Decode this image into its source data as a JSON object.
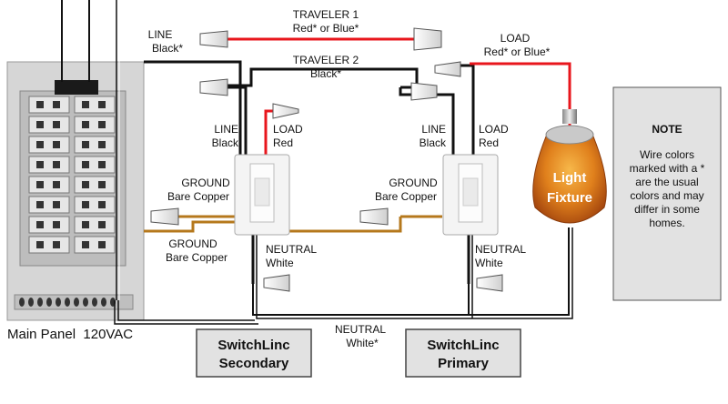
{
  "labels": {
    "traveler1_title": "TRAVELER 1",
    "traveler1_color": "Red* or Blue*",
    "traveler2_title": "TRAVELER 2",
    "traveler2_color": "Black*",
    "line_left_title": "LINE",
    "line_left_color": "Black*",
    "load_right_title": "LOAD",
    "load_right_color": "Red* or Blue*",
    "sec_line_title": "LINE",
    "sec_line_color": "Black",
    "sec_load_title": "LOAD",
    "sec_load_color": "Red",
    "pri_line_title": "LINE",
    "pri_line_color": "Black",
    "pri_load_title": "LOAD",
    "pri_load_color": "Red",
    "ground_a_title": "GROUND",
    "ground_a_sub": "Bare Copper",
    "ground_b_title": "GROUND",
    "ground_b_sub": "Bare Copper",
    "ground_c_title": "GROUND",
    "ground_c_sub": "Bare Copper",
    "neutral_sec_title": "NEUTRAL",
    "neutral_sec_color": "White",
    "neutral_pri_title": "NEUTRAL",
    "neutral_pri_color": "White",
    "neutral_bottom_title": "NEUTRAL",
    "neutral_bottom_color": "White*",
    "main_panel": "Main Panel  120VAC",
    "light_line1": "Light",
    "light_line2": "Fixture"
  },
  "boxes": {
    "secondary_line1": "SwitchLinc",
    "secondary_line2": "Secondary",
    "primary_line1": "SwitchLinc",
    "primary_line2": "Primary"
  },
  "note": {
    "title": "NOTE",
    "lines": [
      "Wire colors",
      "marked with a *",
      "are the usual",
      "colors and may",
      "differ in some",
      "homes."
    ]
  },
  "colors": {
    "hot": "#111111",
    "traveler1": "#e8161c",
    "ground": "#b5781c",
    "neutral": "#111111",
    "panel": "#d9d9d9",
    "box": "#e2e2e2"
  }
}
